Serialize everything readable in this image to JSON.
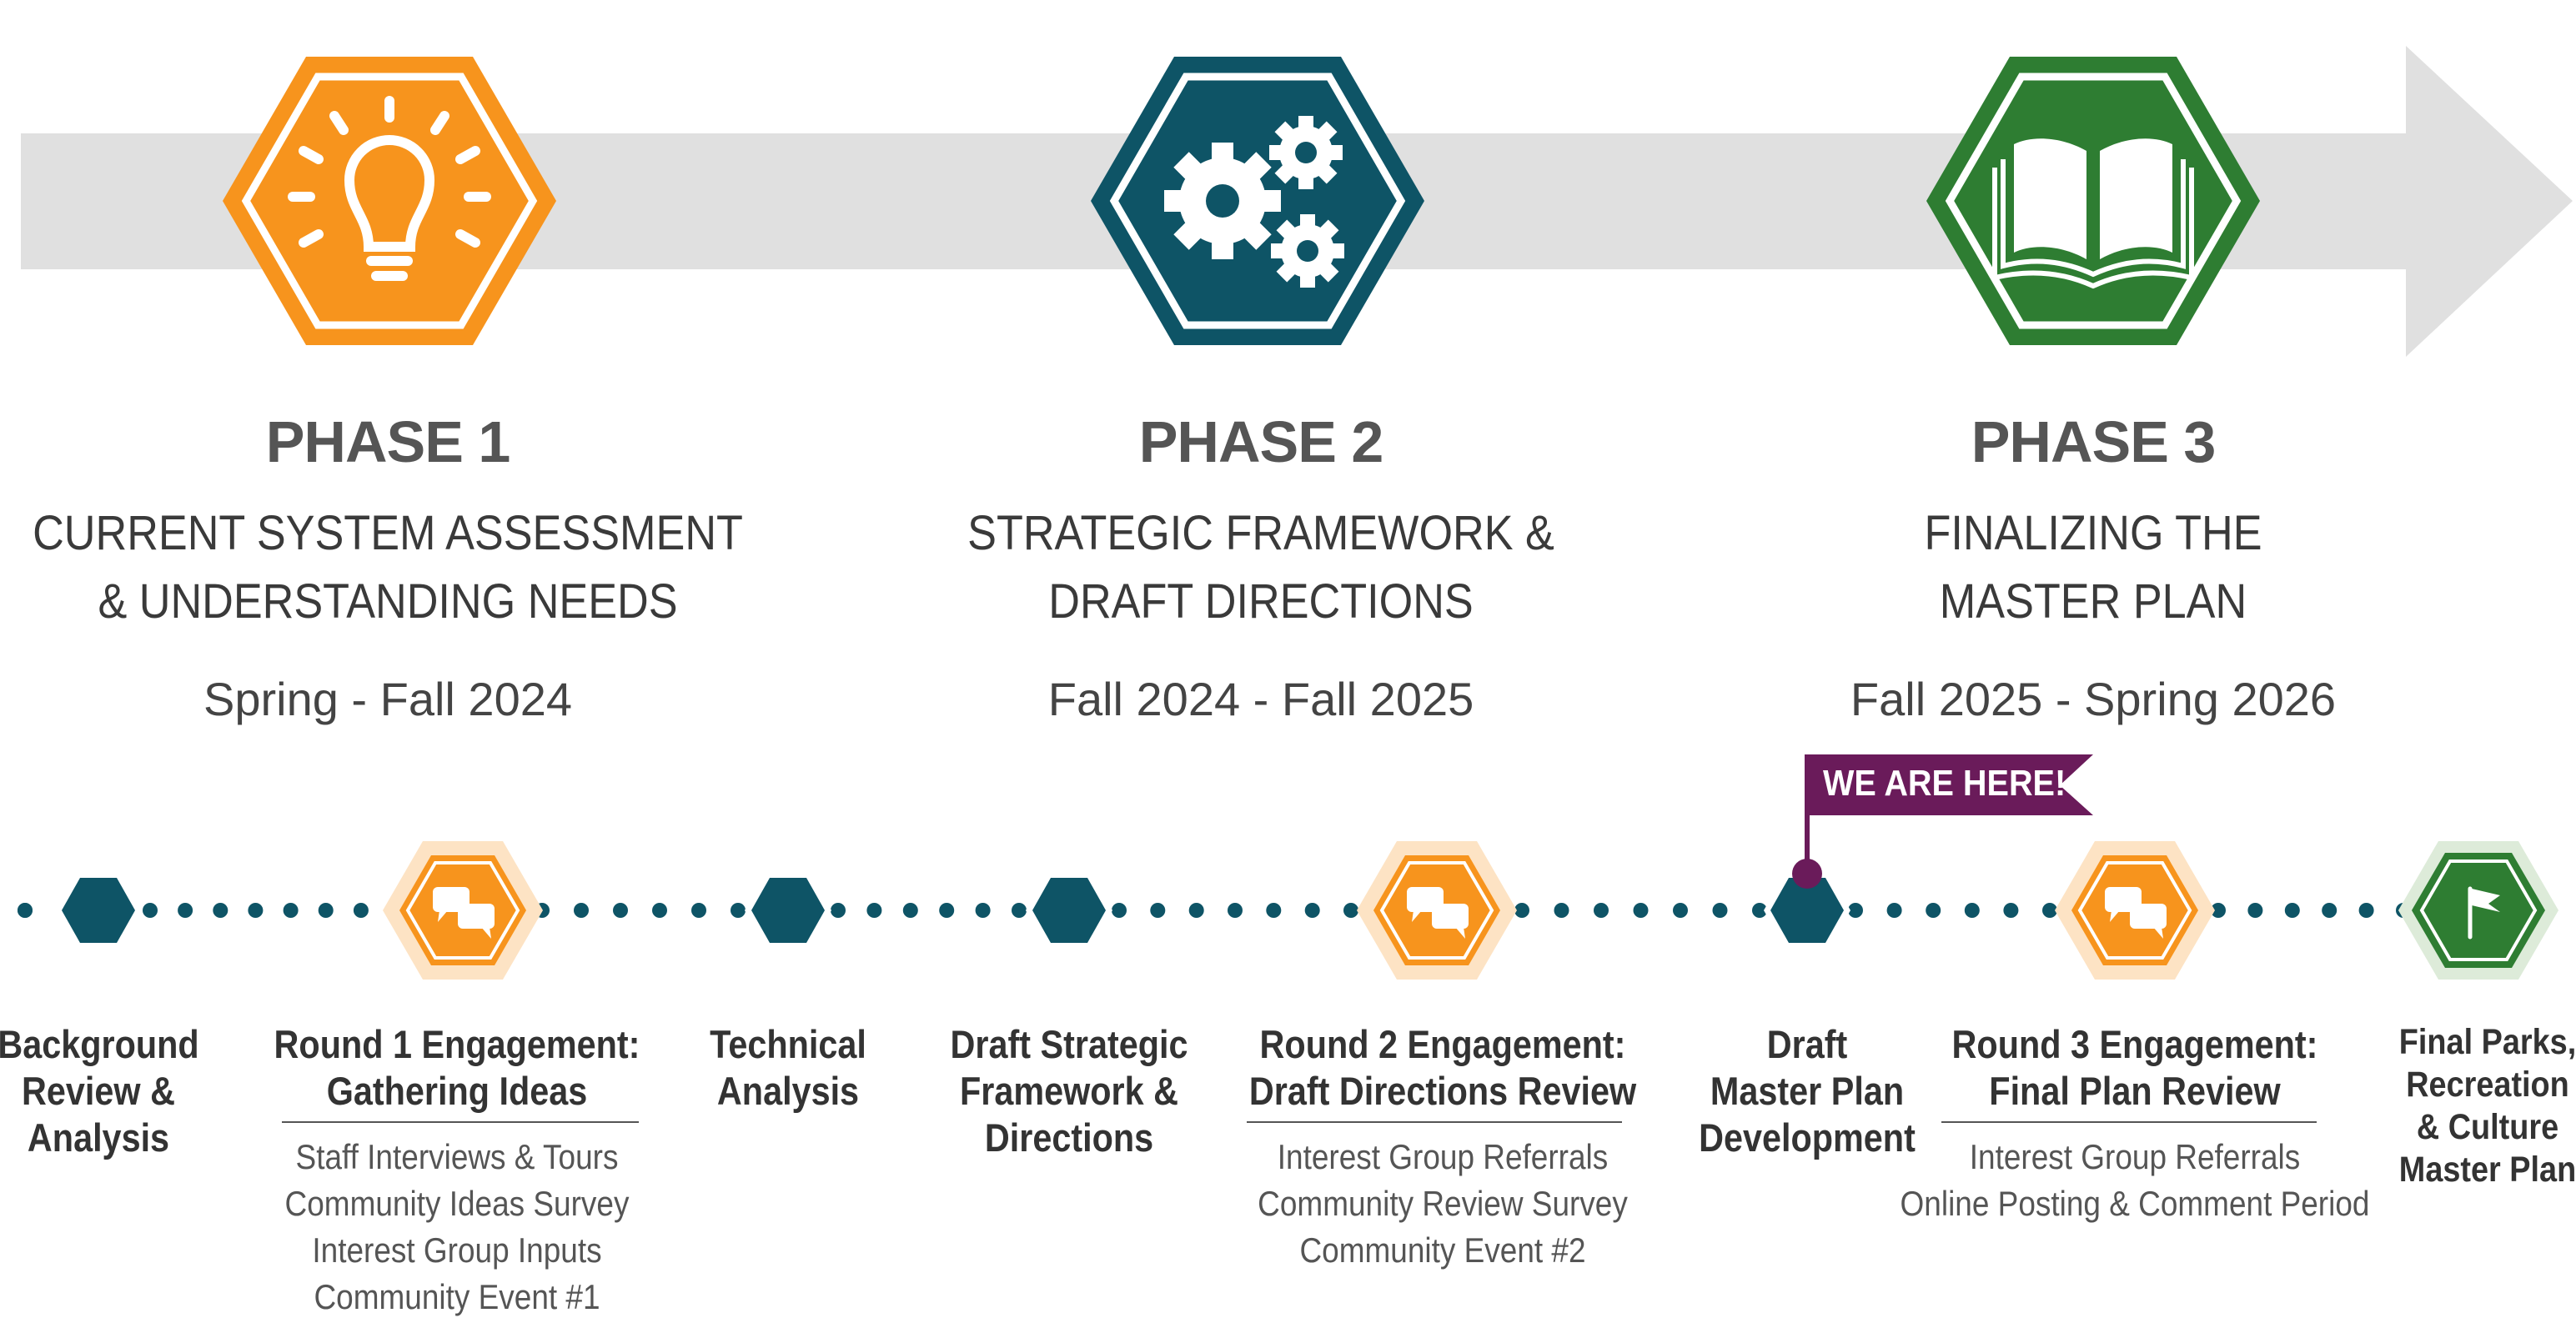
{
  "phases": [
    {
      "title": "PHASE 1",
      "subtitle_lines": [
        "CURRENT SYSTEM ASSESSMENT",
        "& UNDERSTANDING NEEDS"
      ],
      "dates": "Spring - Fall 2024",
      "icon": "lightbulb-icon",
      "color": "#F7941D"
    },
    {
      "title": "PHASE 2",
      "subtitle_lines": [
        "STRATEGIC FRAMEWORK &",
        "DRAFT DIRECTIONS"
      ],
      "dates": "Fall 2024 - Fall 2025",
      "icon": "gears-icon",
      "color": "#0E5466"
    },
    {
      "title": "PHASE 3",
      "subtitle_lines": [
        "FINALIZING THE",
        "MASTER PLAN"
      ],
      "dates": "Fall 2025 - Spring 2026",
      "icon": "book-icon",
      "color": "#2E7D32"
    }
  ],
  "marker": {
    "label": "WE ARE HERE!",
    "color": "#6A1B5A"
  },
  "milestones": [
    {
      "label_lines": [
        "Background",
        "Review &",
        "Analysis"
      ],
      "type": "step",
      "icon": "hexagon-icon"
    },
    {
      "label_lines": [
        "Round 1 Engagement:",
        "Gathering Ideas"
      ],
      "type": "engagement",
      "icon": "chat-bubbles-icon",
      "items": [
        "Staff Interviews & Tours",
        "Community Ideas Survey",
        "Interest Group Inputs",
        "Community Event #1"
      ]
    },
    {
      "label_lines": [
        "Technical",
        "Analysis"
      ],
      "type": "step",
      "icon": "hexagon-icon"
    },
    {
      "label_lines": [
        "Draft Strategic",
        "Framework &",
        "Directions"
      ],
      "type": "step",
      "icon": "hexagon-icon"
    },
    {
      "label_lines": [
        "Round 2 Engagement:",
        "Draft Directions Review"
      ],
      "type": "engagement",
      "icon": "chat-bubbles-icon",
      "items": [
        "Interest Group Referrals",
        "Community Review Survey",
        "Community Event #2"
      ]
    },
    {
      "label_lines": [
        "Draft",
        "Master Plan",
        "Development"
      ],
      "type": "step",
      "icon": "hexagon-icon"
    },
    {
      "label_lines": [
        "Round 3 Engagement:",
        "Final Plan Review"
      ],
      "type": "engagement",
      "icon": "chat-bubbles-icon",
      "items": [
        "Interest Group Referrals",
        "Online Posting & Comment Period"
      ]
    },
    {
      "label_lines": [
        "Final Parks,",
        "Recreation",
        "& Culture",
        "Master Plan"
      ],
      "type": "final",
      "icon": "flag-icon"
    }
  ],
  "colors": {
    "arrow": "#E0E0E0",
    "dots": "#0E5466",
    "engagement": "#F7941D",
    "engagement_halo": "#FDE3C4",
    "final": "#2E7D32",
    "final_halo": "#DDEBD9"
  }
}
